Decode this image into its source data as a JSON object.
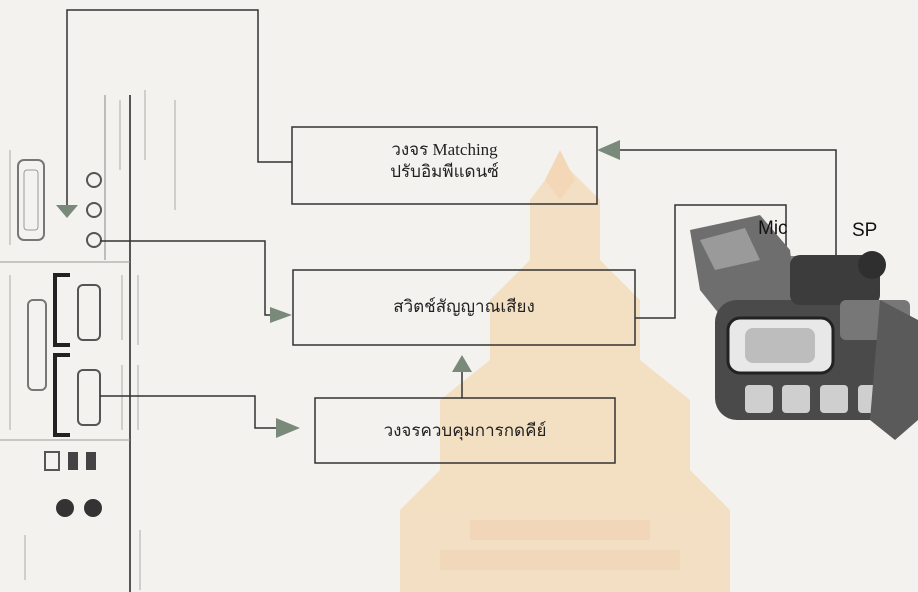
{
  "diagram": {
    "boxes": {
      "matching": {
        "line1": "วงจร Matching",
        "line2": "ปรับอิมพีแดนซ์"
      },
      "signal_switch": {
        "label": "สวิตช์สัญญาณเสียง"
      },
      "key_control": {
        "label": "วงจรควบคุมการกดคีย์"
      }
    },
    "camera": {
      "mic_label": "Mic",
      "speaker_label": "SP"
    },
    "colors": {
      "arrow": "#7a8a7a",
      "line": "#333333",
      "watermark": "#e8b870"
    }
  }
}
